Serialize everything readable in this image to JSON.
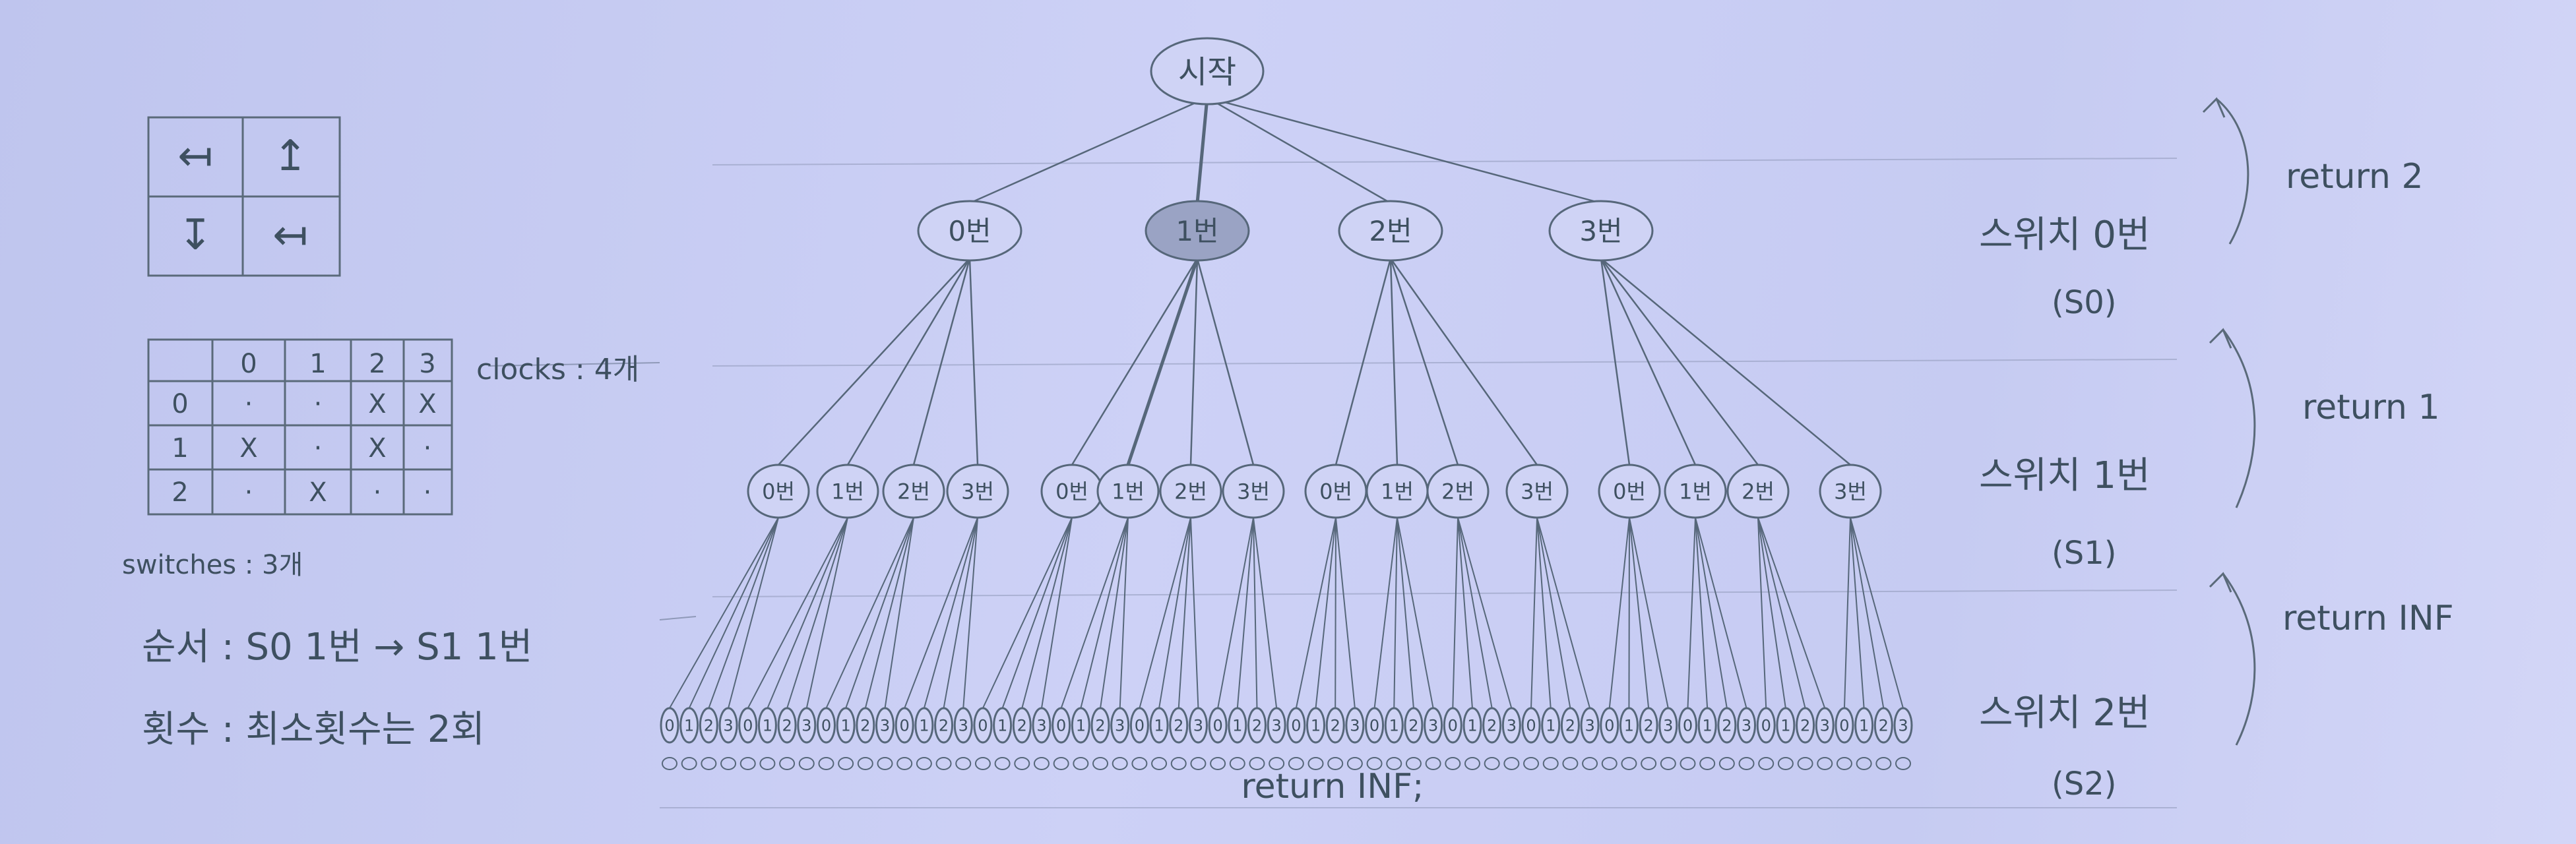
{
  "arrow_grid": {
    "cells": [
      "↤",
      "↥",
      "↧",
      "↤"
    ],
    "icons": [
      "arrow-left-icon",
      "arrow-up-icon",
      "arrow-down-icon",
      "arrow-left-icon"
    ]
  },
  "clock_table": {
    "col_headers": [
      "0",
      "1",
      "2",
      "3"
    ],
    "rows": [
      {
        "label": "0",
        "cells": [
          "·",
          "·",
          "X",
          "X"
        ]
      },
      {
        "label": "1",
        "cells": [
          "X",
          "·",
          "X",
          "·"
        ]
      },
      {
        "label": "2",
        "cells": [
          "·",
          "X",
          "·",
          "·"
        ]
      }
    ]
  },
  "clocks_label": "clocks : 4개",
  "switches_label": "switches : 3개",
  "order_text": "순서 : S0 1번 → S1 1번",
  "count_text": "횟수 : 최소횟수는 2회",
  "tree": {
    "root": "시작",
    "level1": [
      "0번",
      "1번",
      "2번",
      "3번"
    ],
    "level2": [
      "0번",
      "1번",
      "2번",
      "3번"
    ],
    "level3": [
      "0",
      "1",
      "2",
      "3"
    ],
    "bottom_label": "return INF;"
  },
  "levels": [
    {
      "switch": "스위치 0번",
      "code": "(S0)",
      "return": "return 2"
    },
    {
      "switch": "스위치 1번",
      "code": "(S1)",
      "return": "return 1"
    },
    {
      "switch": "스위치 2번",
      "code": "(S2)",
      "return": "return INF"
    }
  ]
}
